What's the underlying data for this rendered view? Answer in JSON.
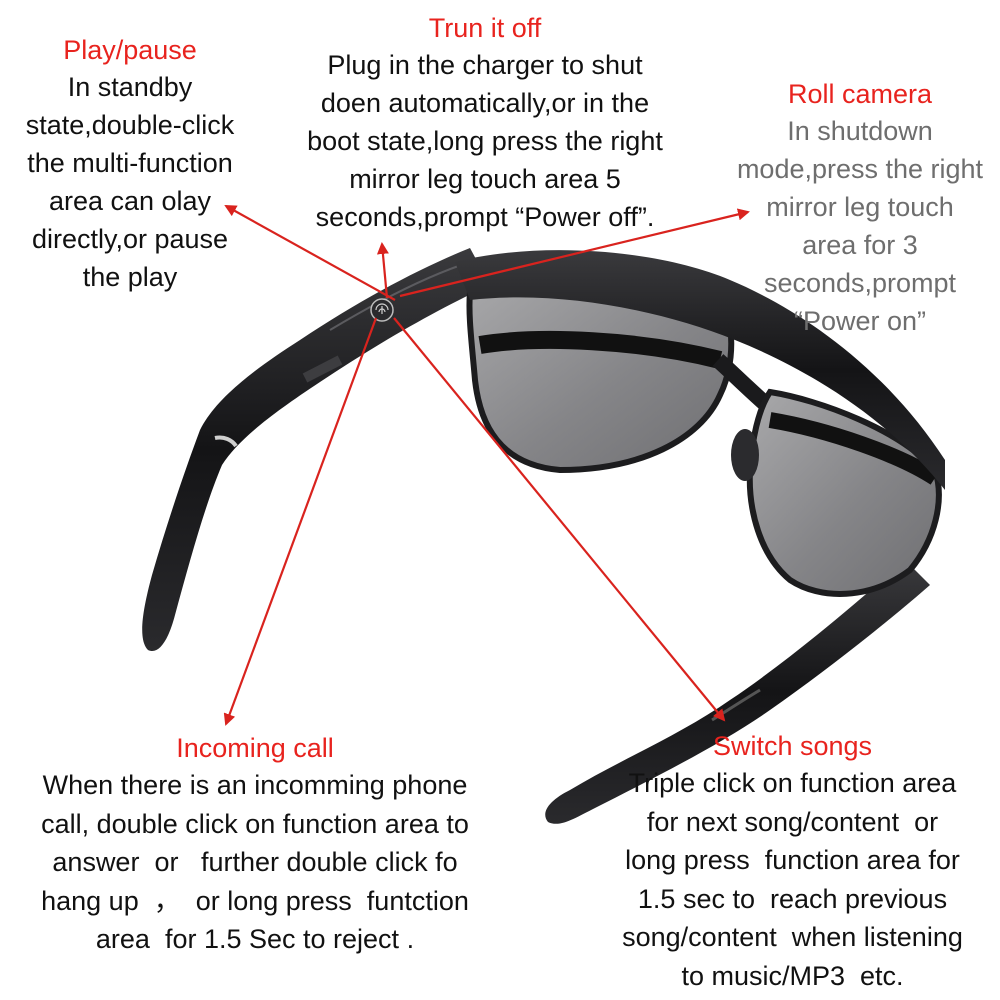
{
  "colors": {
    "title": "#e8231e",
    "body_text": "#111111",
    "gray_text": "#6e6e6e",
    "arrow": "#d9231e",
    "frame": "#1b1b1d",
    "lens": "#8c8c8e"
  },
  "product": {
    "name": "smart-glasses-image",
    "touch_icon": "fingerprint-icon"
  },
  "callouts": {
    "play_pause": {
      "title": "Play/pause",
      "lines": [
        "In standby",
        "state,double-click",
        "the multi-function",
        "area can olay",
        "directly,or pause",
        "the play"
      ]
    },
    "turn_off": {
      "title": "Trun it off",
      "lines": [
        "Plug in the charger to shut",
        "doen automatically,or in the",
        "boot state,long press the right",
        "mirror leg touch area 5",
        "seconds,prompt “Power off”."
      ]
    },
    "roll_camera": {
      "title": "Roll camera",
      "lines": [
        "In shutdown",
        "mode,press the right",
        "mirror leg touch",
        "area for 3",
        "seconds,prompt",
        "“Power on”"
      ]
    },
    "incoming_call": {
      "title": "Incoming call",
      "lines": [
        "When there is an incomming phone",
        "call, double click on function area to",
        "answer  or   further double click fo",
        "hang up  ，  or long press  funtction",
        "area  for 1.5 Sec to reject ."
      ]
    },
    "switch_songs": {
      "title": "Switch songs",
      "lines": [
        "Triple click on function area",
        "for next song/content  or",
        "long press  function area for",
        "1.5 sec to  reach previous",
        "song/content  when listening",
        "to music/MP3  etc."
      ]
    }
  }
}
